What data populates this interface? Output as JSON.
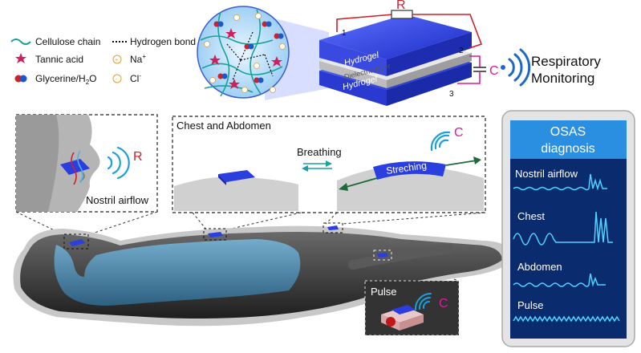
{
  "legend": {
    "cellulose": "Cellulose chain",
    "hbond": "Hydrogen bond",
    "tannic": "Tannic acid",
    "na": "Na",
    "na_sup": "+",
    "glycerine": "Glycerine/H",
    "glycerine_sub": "2",
    "glycerine_tail": "O",
    "cl": "Cl",
    "cl_sup": "-"
  },
  "device": {
    "resistor": "R",
    "capacitor": "C",
    "hydrogel_top": "Hydrogel",
    "dielectric": "Dielectric layer",
    "hydrogel_bottom": "Hydrogel",
    "num1": "1",
    "num2": "2",
    "num3": "3"
  },
  "monitoring": {
    "line1": "Respiratory",
    "line2": "Monitoring"
  },
  "nostril": {
    "signal": "R",
    "label": "Nostril airflow"
  },
  "chest": {
    "title": "Chest and Abdomen",
    "breathing": "Breathing",
    "stretching": "Streching",
    "signal": "C"
  },
  "pulse": {
    "label": "Pulse",
    "signal": "C"
  },
  "phone": {
    "title_line1": "OSAS",
    "title_line2": "diagnosis",
    "channels": [
      "Nostril airflow",
      "Chest",
      "Abdomen",
      "Pulse"
    ]
  },
  "colors": {
    "blue": "#2b3fe0",
    "magenta": "#e0199a",
    "red": "#d0202a",
    "teal": "#16a39a",
    "cyan": "#1aa0dc",
    "phone_bg": "#0a2c6e",
    "phone_line": "#4fd2ff"
  }
}
